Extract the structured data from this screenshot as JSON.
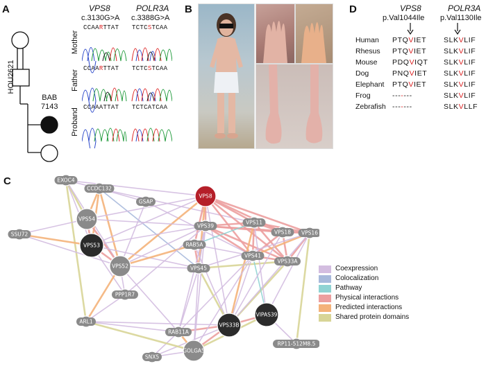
{
  "panels": {
    "a": "A",
    "b": "B",
    "c": "C",
    "d": "D"
  },
  "pedigree": {
    "family_id": "HOU2621",
    "proband_id_line1": "BAB",
    "proband_id_line2": "7143"
  },
  "sanger": {
    "genes": [
      {
        "name": "VPS8",
        "variant": "c.3130G>A"
      },
      {
        "name": "POLR3A",
        "variant": "c.3388G>A"
      }
    ],
    "rows": [
      {
        "label": "Mother",
        "vps8_seq": "CCAA",
        "vps8_mut": "R",
        "vps8_tail": "TTAT",
        "polr3a_seq": "TCTC",
        "polr3a_mut": "S",
        "polr3a_tail": "TCAA"
      },
      {
        "label": "Father",
        "vps8_seq": "CCAA",
        "vps8_mut": "R",
        "vps8_tail": "TTAT",
        "polr3a_seq": "TCTC",
        "polr3a_mut": "S",
        "polr3a_tail": "TCAA"
      },
      {
        "label": "Proband",
        "vps8_seq": "CCAAATTAT",
        "vps8_mut": "",
        "vps8_tail": "",
        "polr3a_seq": "TCTCATCAA",
        "polr3a_mut": "",
        "polr3a_tail": ""
      }
    ]
  },
  "conservation": {
    "genes": [
      {
        "name": "VPS8",
        "protein_change": "p.Val1044Ile"
      },
      {
        "name": "POLR3A",
        "protein_change": "p.Val1130Ile"
      }
    ],
    "species": [
      {
        "name": "Human",
        "vps8": [
          "PTQ",
          "V",
          "IET"
        ],
        "polr3a": [
          "SLK",
          "V",
          "LIF"
        ]
      },
      {
        "name": "Rhesus",
        "vps8": [
          "PTQ",
          "V",
          "IET"
        ],
        "polr3a": [
          "SLK",
          "V",
          "LIF"
        ]
      },
      {
        "name": "Mouse",
        "vps8": [
          "PDQ",
          "V",
          "IQT"
        ],
        "polr3a": [
          "SLK",
          "V",
          "LIF"
        ]
      },
      {
        "name": "Dog",
        "vps8": [
          "PNQ",
          "V",
          "IET"
        ],
        "polr3a": [
          "SLK",
          "V",
          "LIF"
        ]
      },
      {
        "name": "Elephant",
        "vps8": [
          "PTQ",
          "V",
          "IET"
        ],
        "polr3a": [
          "SLK",
          "V",
          "LIF"
        ]
      },
      {
        "name": "Frog",
        "vps8": [
          "---",
          "-",
          "---"
        ],
        "polr3a": [
          "SLK",
          "V",
          "LIF"
        ]
      },
      {
        "name": "Zebrafish",
        "vps8": [
          "---",
          "-",
          "---"
        ],
        "polr3a": [
          "SLK",
          "V",
          "LLF"
        ]
      }
    ]
  },
  "network": {
    "nodes": [
      {
        "id": "EXOC4",
        "type": "small"
      },
      {
        "id": "CCDC132",
        "type": "small"
      },
      {
        "id": "GSAP",
        "type": "small"
      },
      {
        "id": "VPS8",
        "type": "query"
      },
      {
        "id": "VPS54",
        "type": "large"
      },
      {
        "id": "VPS39",
        "type": "small"
      },
      {
        "id": "VPS11",
        "type": "small"
      },
      {
        "id": "SSU72",
        "type": "small"
      },
      {
        "id": "VPS53",
        "type": "dark"
      },
      {
        "id": "RAB5A",
        "type": "small"
      },
      {
        "id": "VPS18",
        "type": "small"
      },
      {
        "id": "VPS16",
        "type": "small"
      },
      {
        "id": "VPS52",
        "type": "large"
      },
      {
        "id": "VPS41",
        "type": "small"
      },
      {
        "id": "VPS33A",
        "type": "small"
      },
      {
        "id": "VPS45",
        "type": "small"
      },
      {
        "id": "PPP1R7",
        "type": "small"
      },
      {
        "id": "VIPAS39",
        "type": "dark"
      },
      {
        "id": "ARL1",
        "type": "small"
      },
      {
        "id": "VPS33B",
        "type": "dark"
      },
      {
        "id": "RAB11A",
        "type": "small"
      },
      {
        "id": "RP11-512M8.5",
        "type": "small"
      },
      {
        "id": "SNX5",
        "type": "small"
      },
      {
        "id": "GOLGA5",
        "type": "large"
      }
    ],
    "legend": [
      {
        "label": "Coexpression",
        "color": "#d3bde0"
      },
      {
        "label": "Colocalization",
        "color": "#a7b9db"
      },
      {
        "label": "Pathway",
        "color": "#8fd3d3"
      },
      {
        "label": "Physical interactions",
        "color": "#ec9f9f"
      },
      {
        "label": "Predicted interactions",
        "color": "#f4b27a"
      },
      {
        "label": "Shared protein domains",
        "color": "#d8d597"
      }
    ]
  }
}
